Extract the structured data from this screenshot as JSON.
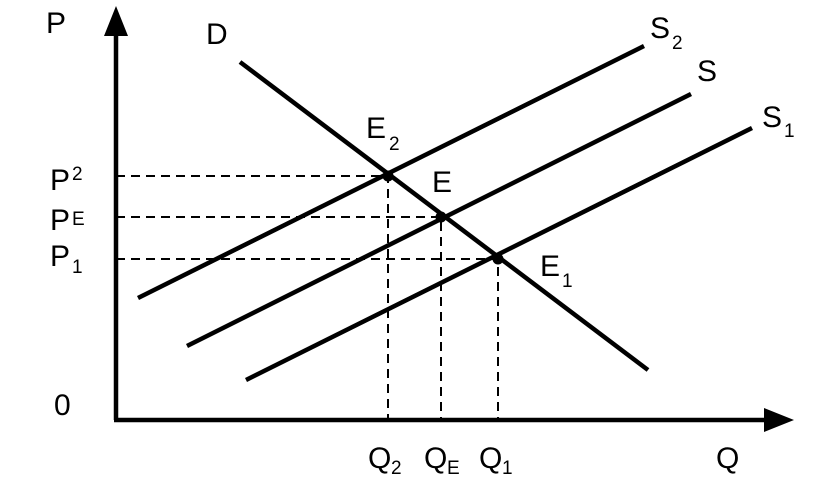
{
  "diagram": {
    "axes": {
      "y_label": "P",
      "x_label": "Q",
      "origin_label": "0"
    },
    "curves": {
      "demand": {
        "label": "D"
      },
      "supply": {
        "label": "S"
      },
      "supply_shift_left": {
        "label": "S",
        "sub": "2"
      },
      "supply_shift_right": {
        "label": "S",
        "sub": "1"
      }
    },
    "equilibria": {
      "e2": {
        "label": "E",
        "sub": "2"
      },
      "e": {
        "label": "E"
      },
      "e1": {
        "label": "E",
        "sub": "1"
      }
    },
    "price_labels": {
      "p2": {
        "label": "P",
        "sub": "2"
      },
      "pe": {
        "label": "P",
        "sub": "E"
      },
      "p1": {
        "label": "P",
        "sub": "1"
      }
    },
    "quantity_labels": {
      "q2": {
        "label": "Q",
        "sub": "2"
      },
      "qe": {
        "label": "Q",
        "sub": "E"
      },
      "q1": {
        "label": "Q",
        "sub": "1"
      }
    },
    "colors": {
      "ink": "#000000",
      "background": "#ffffff"
    }
  }
}
